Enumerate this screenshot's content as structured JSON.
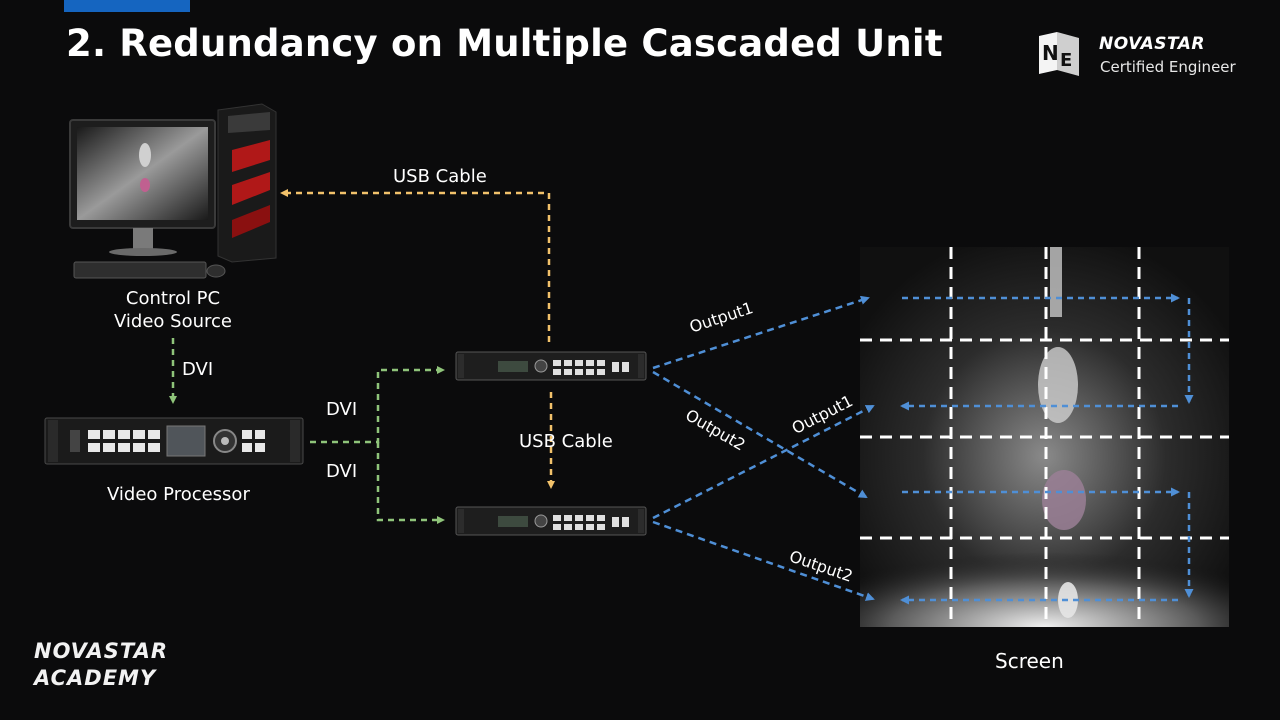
{
  "title": "2. Redundancy on Multiple Cascaded Unit",
  "logo": {
    "brand": "NOVASTAR",
    "subtitle": "Certified Engineer"
  },
  "academy": {
    "line1": "NOVASTAR",
    "line2": "ACADEMY"
  },
  "labels": {
    "control_pc_line1": "Control PC",
    "control_pc_line2": "Video Source",
    "dvi_vertical": "DVI",
    "video_processor": "Video Processor",
    "dvi_upper": "DVI",
    "dvi_lower": "DVI",
    "usb_cable_top": "USB Cable",
    "usb_cable_middle": "USB Cable",
    "output1_top": "Output1",
    "output2_top": "Output2",
    "output1_bottom": "Output1",
    "output2_bottom": "Output2",
    "screen": "Screen"
  },
  "colors": {
    "usb_line": "#f2c26b",
    "dvi_line": "#8fc47a",
    "output_line": "#4f8fd6",
    "accent_blue": "#1565c0"
  }
}
